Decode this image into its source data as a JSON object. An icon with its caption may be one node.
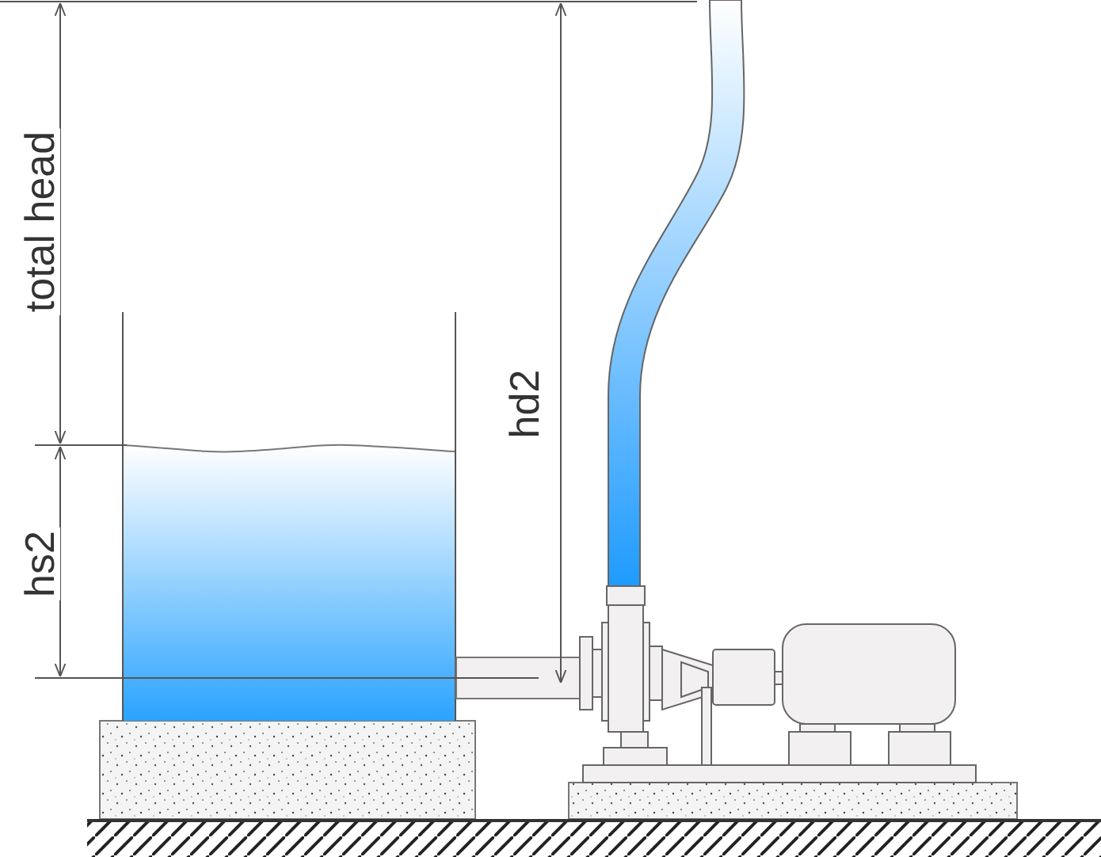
{
  "diagram": {
    "labels": [
      "total head",
      "hs2",
      "hd2"
    ]
  }
}
